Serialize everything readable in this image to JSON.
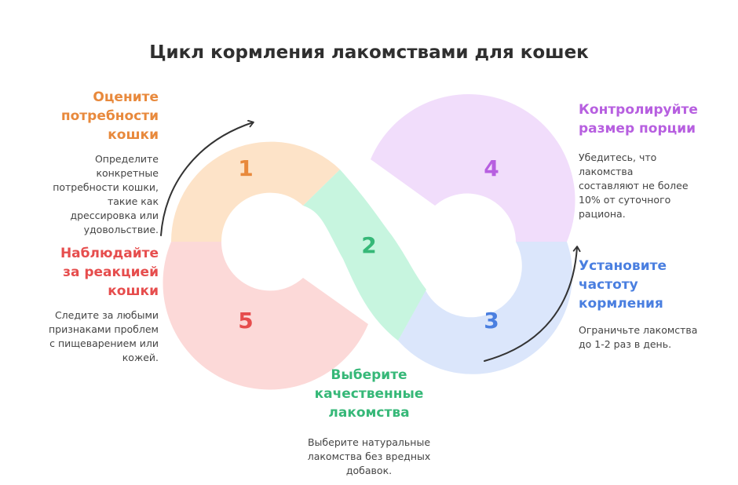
{
  "title": "Цикл кормления лакомствами для кошек",
  "colors": {
    "step1": "#fde3c8",
    "step2": "#c7f5df",
    "step3": "#dbe6fb",
    "step4": "#f1ddfb",
    "step5": "#fcd9d8",
    "step1_text": "#e8893c",
    "step2_text": "#36b878",
    "step3_text": "#4a7fe0",
    "step4_text": "#b75fe0",
    "step5_text": "#e64d4d"
  },
  "steps": [
    {
      "number": "1",
      "heading": [
        "Оцените",
        "потребности",
        "кошки"
      ],
      "description": [
        "Определите",
        "конкретные",
        "потребности кошки,",
        "такие как",
        "дрессировка или",
        "удовольствие."
      ]
    },
    {
      "number": "2",
      "heading": [
        "Выберите",
        "качественные",
        "лакомства"
      ],
      "description": [
        "Выберите натуральные",
        "лакомства без вредных",
        "добавок."
      ]
    },
    {
      "number": "3",
      "heading": [
        "Установите",
        "частоту",
        "кормления"
      ],
      "description": [
        "Ограничьте лакомства",
        "до 1-2 раз в день."
      ]
    },
    {
      "number": "4",
      "heading": [
        "Контролируйте",
        "размер порции"
      ],
      "description": [
        "Убедитесь, что",
        "лакомства",
        "составляют не более",
        "10% от суточного",
        "рациона."
      ]
    },
    {
      "number": "5",
      "heading": [
        "Наблюдайте",
        "за реакцией",
        "кошки"
      ],
      "description": [
        "Следите за любыми",
        "признаками проблем",
        "с пищеварением или",
        "кожей."
      ]
    }
  ]
}
